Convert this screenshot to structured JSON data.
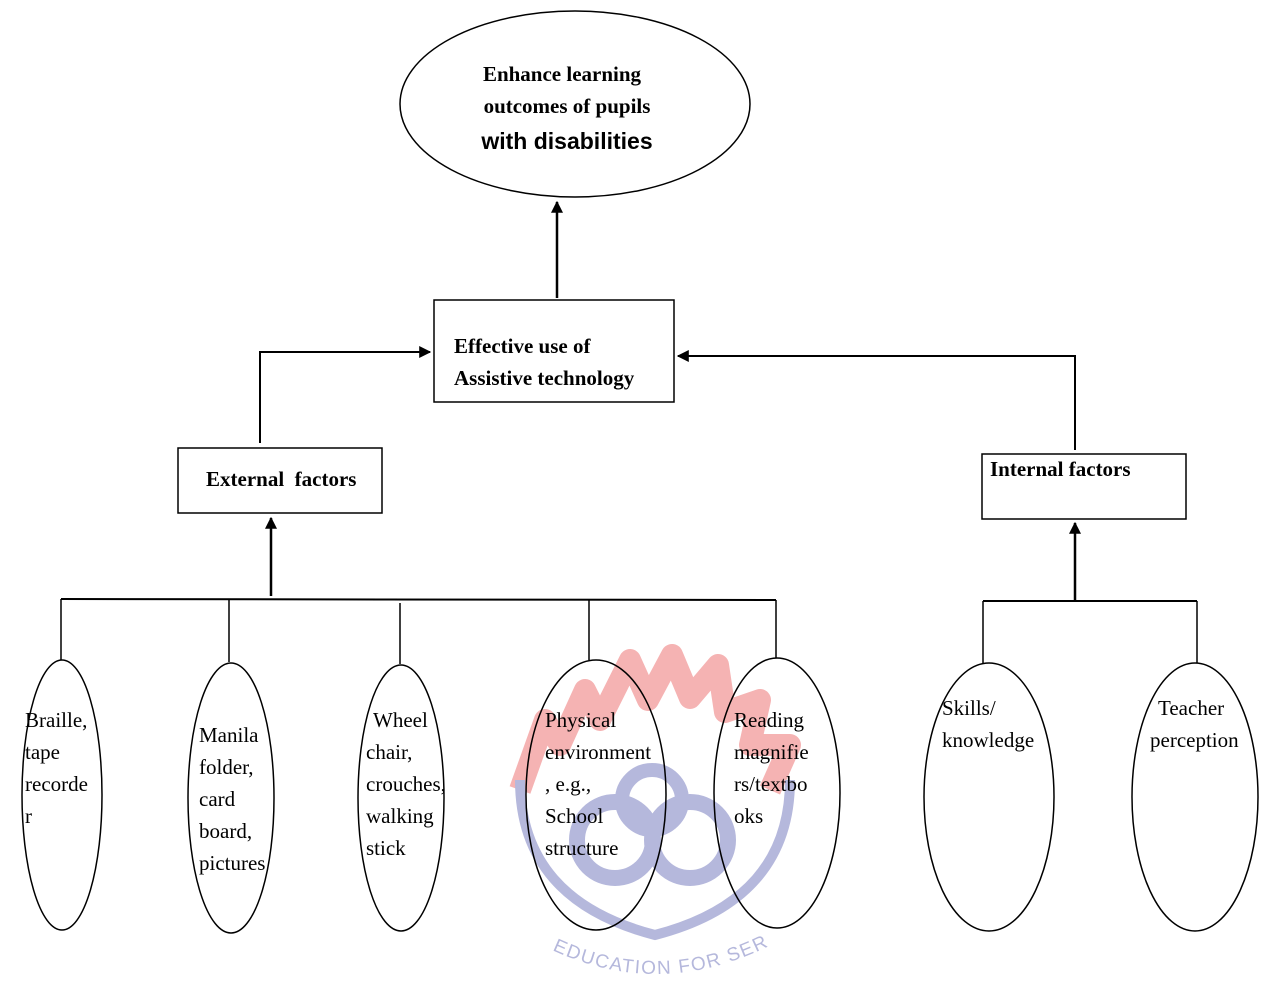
{
  "diagram": {
    "goal": {
      "lines": [
        "Enhance learning",
        "outcomes of pupils",
        "with disabilities"
      ]
    },
    "center": {
      "lines": [
        "Effective use of",
        "Assistive technology"
      ]
    },
    "external": {
      "label": "External  factors",
      "items": [
        {
          "lines": [
            "Braille,",
            "tape",
            "recorde",
            "r"
          ]
        },
        {
          "lines": [
            "Manila",
            "folder,",
            "card",
            "board,",
            "pictures"
          ]
        },
        {
          "lines": [
            "Wheel",
            "chair,",
            "crouches,",
            "walking",
            "stick"
          ]
        },
        {
          "lines": [
            "Physical",
            "environment",
            ", e.g.,",
            "School",
            "structure"
          ]
        },
        {
          "lines": [
            "Reading",
            "magnifie",
            "rs/textbo",
            "oks"
          ]
        }
      ]
    },
    "internal": {
      "label": "Internal factors",
      "items": [
        {
          "lines": [
            "Skills/",
            "knowledge"
          ]
        },
        {
          "lines": [
            "Teacher",
            "perception"
          ]
        }
      ]
    }
  },
  "watermark": {
    "motto": "EDUCATION FOR SERVICE",
    "colors": {
      "red": "#f4a6a6",
      "blue": "#a9acd6"
    }
  },
  "colors": {
    "line": "#000000",
    "background": "#ffffff"
  }
}
